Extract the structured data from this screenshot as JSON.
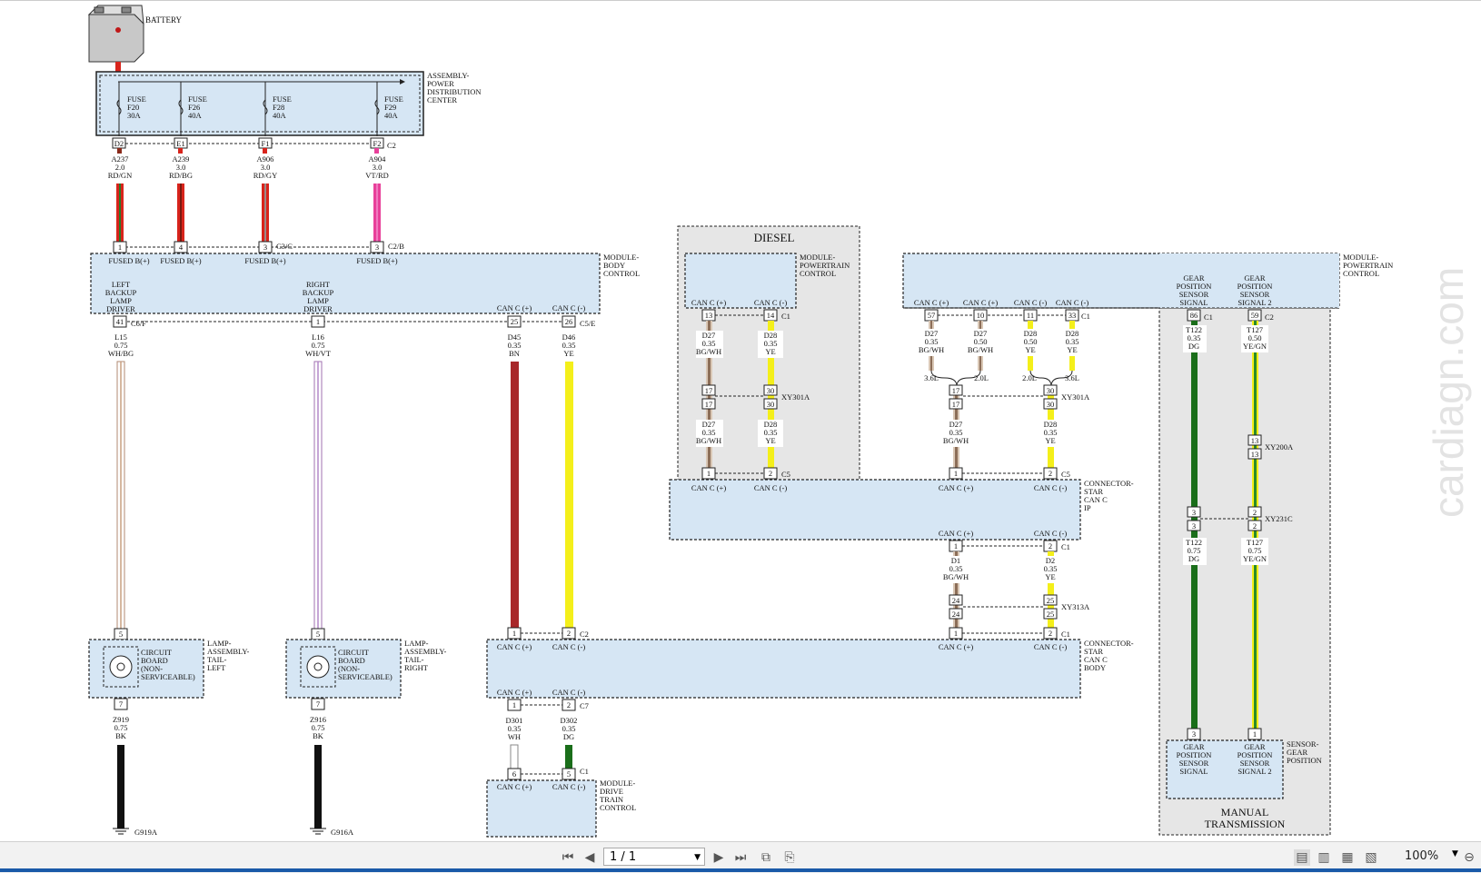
{
  "diagram": {
    "battery_label": "BATTERY",
    "watermark": "cardiagn.com",
    "pdc": {
      "label": [
        "ASSEMBLY-",
        "POWER",
        "DISTRIBUTION",
        "CENTER"
      ],
      "fuses": [
        {
          "name": "FUSE",
          "id": "F20",
          "rating": "30A",
          "pin": "D2"
        },
        {
          "name": "FUSE",
          "id": "F26",
          "rating": "40A",
          "pin": "E1"
        },
        {
          "name": "FUSE",
          "id": "F28",
          "rating": "40A",
          "pin": "F1"
        },
        {
          "name": "FUSE",
          "id": "F29",
          "rating": "40A",
          "pin": "F2"
        }
      ],
      "connector": "C2"
    },
    "feed_wires": [
      {
        "circuit": "A237",
        "gauge": "2.0",
        "color": "RD/GN"
      },
      {
        "circuit": "A239",
        "gauge": "3.0",
        "color": "RD/BG"
      },
      {
        "circuit": "A906",
        "gauge": "3.0",
        "color": "RD/GY"
      },
      {
        "circuit": "A904",
        "gauge": "3.0",
        "color": "VT/RD"
      }
    ],
    "bcm": {
      "label": [
        "MODULE-",
        "BODY",
        "CONTROL"
      ],
      "fused_pins": [
        "1",
        "4",
        "3",
        "3"
      ],
      "fused_label": "FUSED B(+)",
      "conn_c3c": "C3/C",
      "conn_c2b": "C2/B",
      "left_driver": [
        "LEFT",
        "BACKUP",
        "LAMP",
        "DRIVER"
      ],
      "right_driver": [
        "RIGHT",
        "BACKUP",
        "LAMP",
        "DRIVER"
      ],
      "can_plus": "CAN C (+)",
      "can_minus": "CAN C (-)",
      "pin_left": "41",
      "conn_left": "C6/F",
      "pin_right": "1",
      "pin_canp": "25",
      "pin_canm": "26",
      "conn_can": "C5/E"
    },
    "bcm_wires": [
      {
        "circuit": "L15",
        "gauge": "0.75",
        "color": "WH/BG"
      },
      {
        "circuit": "L16",
        "gauge": "0.75",
        "color": "WH/VT"
      },
      {
        "circuit": "D45",
        "gauge": "0.35",
        "color": "BN"
      },
      {
        "circuit": "D46",
        "gauge": "0.35",
        "color": "YE"
      }
    ],
    "lamp_left": {
      "label": [
        "LAMP-",
        "ASSEMBLY-",
        "TAIL-",
        "LEFT"
      ],
      "board": [
        "CIRCUIT",
        "BOARD",
        "(NON-",
        "SERVICEABLE)"
      ],
      "pin_in": "5",
      "pin_out": "7",
      "wire": {
        "circuit": "Z919",
        "gauge": "0.75",
        "color": "BK"
      },
      "ground": "G919A"
    },
    "lamp_right": {
      "label": [
        "LAMP-",
        "ASSEMBLY-",
        "TAIL-",
        "RIGHT"
      ],
      "board": [
        "CIRCUIT",
        "BOARD",
        "(NON-",
        "SERVICEABLE)"
      ],
      "pin_in": "5",
      "pin_out": "7",
      "wire": {
        "circuit": "Z916",
        "gauge": "0.75",
        "color": "BK"
      },
      "ground": "G916A"
    },
    "diesel": {
      "title": "DIESEL",
      "pcm_label": [
        "MODULE-",
        "POWERTRAIN",
        "CONTROL"
      ],
      "pin_p": "13",
      "pin_m": "14",
      "conn": "C1",
      "wire_p": {
        "circuit": "D27",
        "gauge": "0.35",
        "color": "BG/WH"
      },
      "wire_m": {
        "circuit": "D28",
        "gauge": "0.35",
        "color": "YE"
      },
      "inline_p": "17",
      "inline_m": "30",
      "inline_conn": "XY301A",
      "star_pin_p": "1",
      "star_pin_m": "2",
      "star_conn": "C5"
    },
    "pcm_right": {
      "label": [
        "MODULE-",
        "POWERTRAIN",
        "CONTROL"
      ],
      "pins": [
        "57",
        "10",
        "11",
        "33"
      ],
      "conn": "C1",
      "wires": [
        {
          "circuit": "D27",
          "gauge": "0.35",
          "color": "BG/WH"
        },
        {
          "circuit": "D27",
          "gauge": "0.50",
          "color": "BG/WH"
        },
        {
          "circuit": "D28",
          "gauge": "0.50",
          "color": "YE"
        },
        {
          "circuit": "D28",
          "gauge": "0.35",
          "color": "YE"
        }
      ],
      "engines": [
        "3.6L",
        "2.0L",
        "2.0L",
        "3.6L"
      ],
      "gear_sig1": [
        "GEAR",
        "POSITION",
        "SENSOR",
        "SIGNAL"
      ],
      "gear_sig2": [
        "GEAR",
        "POSITION",
        "SENSOR",
        "SIGNAL 2"
      ],
      "pin_g1": "86",
      "conn_g1": "C1",
      "pin_g2": "59",
      "conn_g2": "C2"
    },
    "merged": {
      "inline_p": "17",
      "inline_m": "30",
      "inline_conn": "XY301A",
      "wire_p": {
        "circuit": "D27",
        "gauge": "0.35",
        "color": "BG/WH"
      },
      "wire_m": {
        "circuit": "D28",
        "gauge": "0.35",
        "color": "YE"
      },
      "star_pin_p": "1",
      "star_pin_m": "2",
      "star_conn": "C5"
    },
    "star_ip": {
      "label": [
        "CONNECTOR-",
        "STAR",
        "CAN C",
        "IP"
      ],
      "out_p": "1",
      "out_m": "2",
      "out_conn": "C1"
    },
    "star_link": {
      "wire_p": {
        "circuit": "D1",
        "gauge": "0.35",
        "color": "BG/WH"
      },
      "wire_m": {
        "circuit": "D2",
        "gauge": "0.35",
        "color": "YE"
      },
      "inline_p": "24",
      "inline_m": "25",
      "inline_conn": "XY313A",
      "body_p": "1",
      "body_m": "2",
      "body_conn": "C1"
    },
    "star_body": {
      "label": [
        "CONNECTOR-",
        "STAR",
        "CAN C",
        "BODY"
      ],
      "bcm_in_p": "1",
      "bcm_in_m": "2",
      "bcm_conn": "C2",
      "out_p": "1",
      "out_m": "2",
      "out_conn": "C7"
    },
    "dtcm": {
      "label": [
        "MODULE-",
        "DRIVE",
        "TRAIN",
        "CONTROL"
      ],
      "wire_p": {
        "circuit": "D301",
        "gauge": "0.35",
        "color": "WH"
      },
      "wire_m": {
        "circuit": "D302",
        "gauge": "0.35",
        "color": "DG"
      },
      "pin_p": "6",
      "pin_m": "5",
      "conn": "C1"
    },
    "gear_sensor": {
      "wire1a": {
        "circuit": "T122",
        "gauge": "0.35",
        "color": "DG"
      },
      "wire2a": {
        "circuit": "T127",
        "gauge": "0.50",
        "color": "YE/GN"
      },
      "xy200_pin": "13",
      "xy200_conn": "XY200A",
      "xy231_pin1": "3",
      "xy231_pin2": "2",
      "xy231_conn": "XY231C",
      "wire1b": {
        "circuit": "T122",
        "gauge": "0.75",
        "color": "DG"
      },
      "wire2b": {
        "circuit": "T127",
        "gauge": "0.75",
        "color": "YE/GN"
      },
      "sensor_pin1": "3",
      "sensor_pin2": "1",
      "label": [
        "SENSOR-",
        "GEAR",
        "POSITION"
      ],
      "manual_tx": [
        "MANUAL",
        "TRANSMISSION"
      ]
    }
  },
  "viewer": {
    "page_indicator": "1 / 1",
    "zoom": "100%"
  },
  "colors": {
    "module_fill": "#d6e6f4",
    "wire_red": "#d8241c",
    "wire_pink": "#e8409a",
    "wire_brown": "#9b2a24",
    "wire_yellow": "#f4ef1a",
    "wire_green": "#1a6e1a"
  }
}
